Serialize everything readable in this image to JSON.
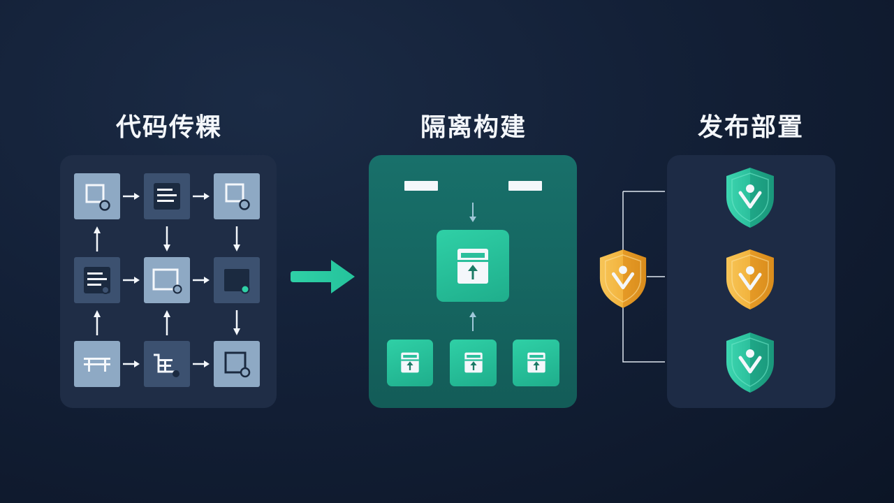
{
  "columns": [
    {
      "title": "代码传粿"
    },
    {
      "title": "隔离构建"
    },
    {
      "title": "发布部置"
    }
  ],
  "colors": {
    "background": "#132037",
    "tile_light": "#8ea9c4",
    "tile_dark": "#3c5170",
    "accent_green": "#2fd0a6",
    "shield_gold": "#f2b33d",
    "shield_teal": "#2bbf9c"
  },
  "icons": [
    "window-icon",
    "document-icon",
    "table-icon",
    "cart-icon",
    "package-icon",
    "shield-heart-icon",
    "arrow-right-icon"
  ]
}
